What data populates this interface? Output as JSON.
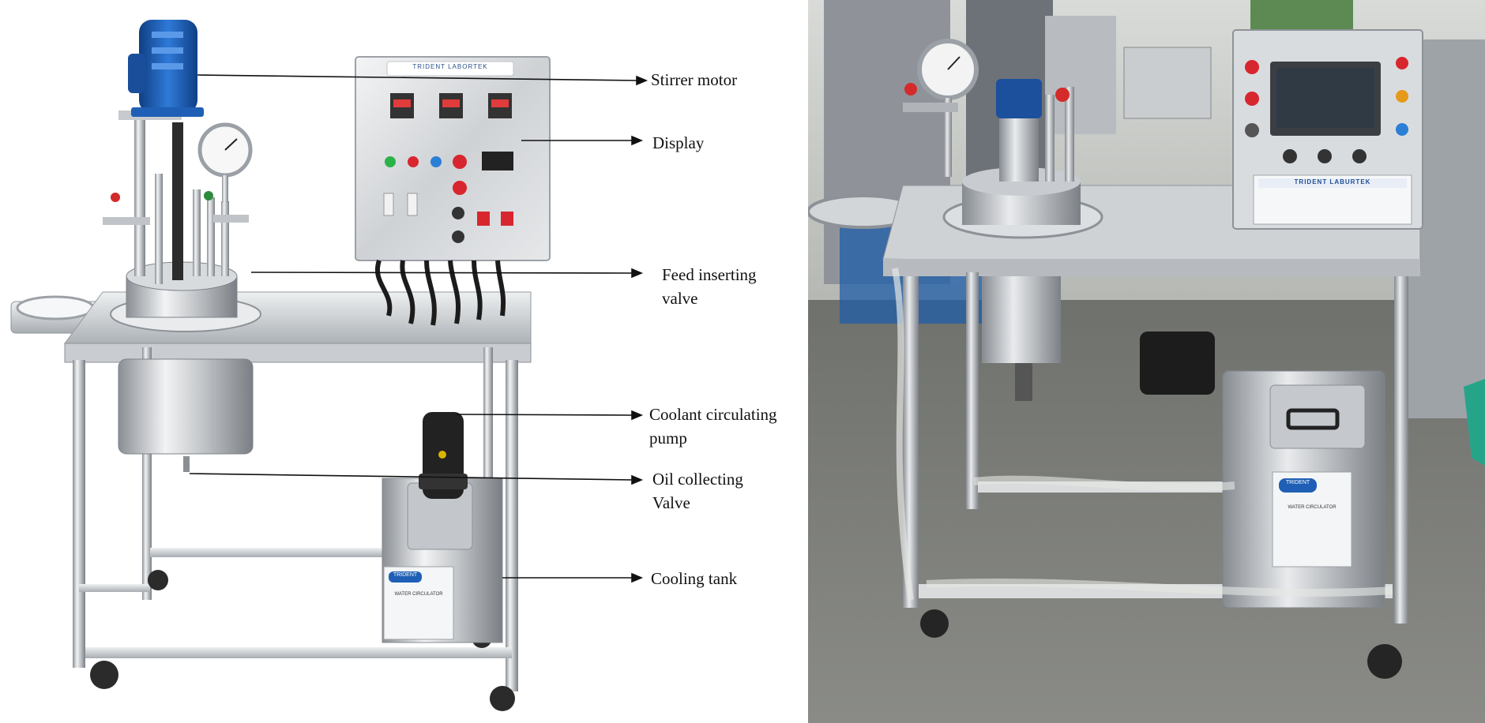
{
  "figure": {
    "callouts": [
      {
        "id": "stirrer-motor",
        "lines": [
          "Stirrer  motor"
        ]
      },
      {
        "id": "display",
        "lines": [
          "Display"
        ]
      },
      {
        "id": "feed-inserting-valve",
        "lines": [
          "Feed inserting",
          "valve"
        ]
      },
      {
        "id": "coolant-circulating-pump",
        "lines": [
          "Coolant circulating",
          "pump"
        ]
      },
      {
        "id": "oil-collecting-valve",
        "lines": [
          "Oil collecting",
          "Valve"
        ]
      },
      {
        "id": "cooling-tank",
        "lines": [
          "Cooling  tank"
        ]
      }
    ]
  },
  "photo_left": {
    "control_panel_brand": "TRIDENT LABORTEK",
    "tank_badge": "TRIDENT",
    "tank_label": "WATER CIRCULATOR"
  },
  "photo_right": {
    "control_panel_brand": "TRIDENT LABURTEK",
    "tank_badge": "TRIDENT",
    "tank_label": "WATER CIRCULATOR"
  },
  "colors": {
    "motor_blue": "#1c5fb5",
    "steel_light": "#e4e6e8",
    "steel_mid": "#b9bdc2",
    "steel_dark": "#7d8288",
    "indicator_red": "#d8262e",
    "indicator_green": "#2bb34a",
    "indicator_blue": "#2a7fd6",
    "floor": "#7f817c",
    "screen_dark": "#2f3a45"
  }
}
